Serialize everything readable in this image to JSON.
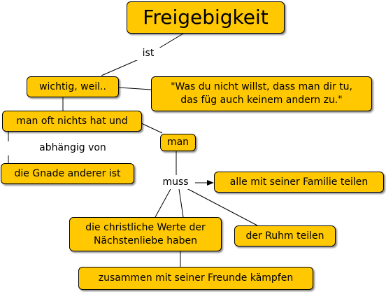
{
  "colors": {
    "node_fill": "#ffc800",
    "node_border": "#000000",
    "line": "#000000",
    "background": "#ffffff"
  },
  "concepts": {
    "freigebigkeit": "Freigebigkeit",
    "wichtig": "wichtig, weil..",
    "quote": "\"Was du nicht willst, dass man dir tu,\ndas füg auch keinem andern zu.\"",
    "nichts_hat": "man oft nichts hat und",
    "gnade": "die Gnade anderer ist",
    "man": "man",
    "familie": "alle mit seiner Familie teilen",
    "werte": "die christliche Werte der\nNächstenliebe haben",
    "ruhm": "der Ruhm teilen",
    "freunde": "zusammen mit seiner Freunde kämpfen"
  },
  "links": {
    "ist": "ist",
    "abhaengig": "abhängig von",
    "muss": "muss"
  }
}
